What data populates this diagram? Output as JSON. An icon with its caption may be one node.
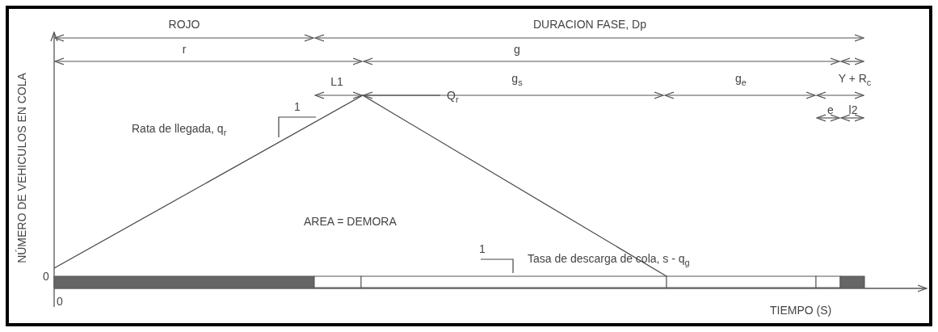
{
  "diagram": {
    "labels": [
      "ROJO",
      "DURACION FASE, Dp",
      "r",
      "g",
      "L1",
      "g$_{s}$",
      "g$_{e}$",
      "Y + R$_{c}$",
      "e",
      "l2",
      "Q$_{r}$",
      "1",
      "Rata de llegada, q$_{r}$",
      "1",
      "Tasa de descarga de cola, s - q$_{g}$",
      "AREA = DEMORA",
      "NÚMERO DE VEHICULOS EN COLA",
      "0",
      "0",
      "TIEMPO (S)"
    ]
  }
}
